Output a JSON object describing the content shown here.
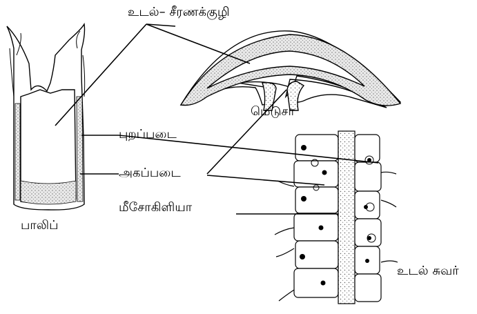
{
  "labels": {
    "body_cavity": "உடல்– சீரணக்குழி",
    "medusa": "மெடுசா",
    "ectoderm": "புறப்படை",
    "endoderm": "அகப்படை",
    "mesoglea": "மீசோகிளியா",
    "polyp": "பாலிப்",
    "body_wall": "உடல் சுவர்"
  },
  "colors": {
    "ink": "#000000",
    "tissue": "#d9d9d9",
    "paper": "#ffffff"
  }
}
